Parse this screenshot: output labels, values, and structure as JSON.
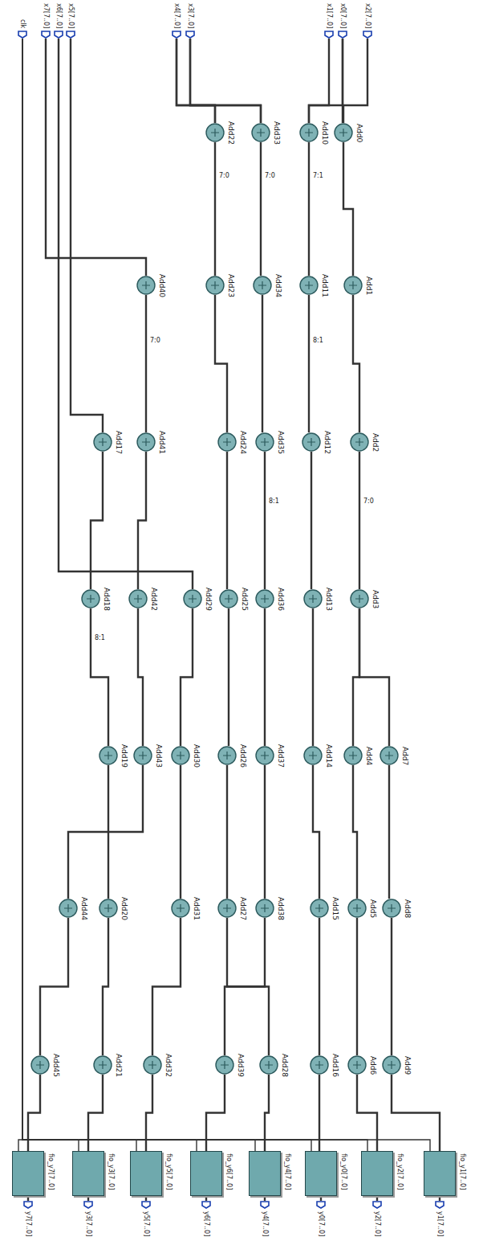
{
  "diagram": {
    "nodes": [
      {
        "text": [
          "clk"
        ]
      },
      {
        "text": [
          "x7[7..0]"
        ]
      },
      {
        "text": [
          "x6[7..0]"
        ]
      },
      {
        "text": [
          "x5[7..0]"
        ]
      },
      {
        "text": [
          "x4[7..0]"
        ]
      },
      {
        "text": [
          "x3[7..0]"
        ]
      },
      {
        "text": [
          "x1[7..0]"
        ]
      },
      {
        "text": [
          "x0[7..0]"
        ]
      },
      {
        "text": [
          "x2[7..0]"
        ]
      },
      {
        "text": [
          "Add22"
        ]
      },
      {
        "text": [
          "Add33"
        ]
      },
      {
        "text": [
          "Add10"
        ]
      },
      {
        "text": [
          "Add0"
        ]
      },
      {
        "text": [
          "Add40"
        ]
      },
      {
        "text": [
          "Add23"
        ]
      },
      {
        "text": [
          "Add34"
        ]
      },
      {
        "text": [
          "Add11"
        ]
      },
      {
        "text": [
          "Add1"
        ]
      },
      {
        "text": [
          "Add17"
        ]
      },
      {
        "text": [
          "Add41"
        ]
      },
      {
        "text": [
          "Add24"
        ]
      },
      {
        "text": [
          "Add35"
        ]
      },
      {
        "text": [
          "Add12"
        ]
      },
      {
        "text": [
          "Add2"
        ]
      },
      {
        "text": [
          "Add18"
        ]
      },
      {
        "text": [
          "Add42"
        ]
      },
      {
        "text": [
          "Add29"
        ]
      },
      {
        "text": [
          "Add25"
        ]
      },
      {
        "text": [
          "Add36"
        ]
      },
      {
        "text": [
          "Add13"
        ]
      },
      {
        "text": [
          "Add3"
        ]
      },
      {
        "text": [
          "Add19"
        ]
      },
      {
        "text": [
          "Add43"
        ]
      },
      {
        "text": [
          "Add30"
        ]
      },
      {
        "text": [
          "Add26"
        ]
      },
      {
        "text": [
          "Add37"
        ]
      },
      {
        "text": [
          "Add14"
        ]
      },
      {
        "text": [
          "Add4"
        ]
      },
      {
        "text": [
          "Add7"
        ]
      },
      {
        "text": [
          "Add44"
        ]
      },
      {
        "text": [
          "Add20"
        ]
      },
      {
        "text": [
          "Add31"
        ]
      },
      {
        "text": [
          "Add27"
        ]
      },
      {
        "text": [
          "Add38"
        ]
      },
      {
        "text": [
          "Add15"
        ]
      },
      {
        "text": [
          "Add5"
        ]
      },
      {
        "text": [
          "Add8"
        ]
      },
      {
        "text": [
          "Add45"
        ]
      },
      {
        "text": [
          "Add21"
        ]
      },
      {
        "text": [
          "Add32"
        ]
      },
      {
        "text": [
          "Add39"
        ]
      },
      {
        "text": [
          "Add28"
        ]
      },
      {
        "text": [
          "Add16"
        ]
      },
      {
        "text": [
          "Add6"
        ]
      },
      {
        "text": [
          "Add9"
        ]
      },
      {
        "text": [
          "fio_y7[7..0]"
        ]
      },
      {
        "text": [
          "fio_y3[7..0]"
        ]
      },
      {
        "text": [
          "fio_y5[7..0]"
        ]
      },
      {
        "text": [
          "fio_y6[7..0]"
        ]
      },
      {
        "text": [
          "fio_y4[7..0]"
        ]
      },
      {
        "text": [
          "fio_y0[7..0]"
        ]
      },
      {
        "text": [
          "fio_y2[7..0]"
        ]
      },
      {
        "text": [
          "fio_y1[7..0]"
        ]
      },
      {
        "text": [
          "y7[7..0]"
        ]
      },
      {
        "text": [
          "y3[7..0]"
        ]
      },
      {
        "text": [
          "y5[7..0]"
        ]
      },
      {
        "text": [
          "y6[7..0]"
        ]
      },
      {
        "text": [
          "y4[7..0]"
        ]
      },
      {
        "text": [
          "y0[7..0]"
        ]
      },
      {
        "text": [
          "y2[7..0]"
        ]
      },
      {
        "text": [
          "y1[7..0]"
        ]
      }
    ],
    "edges": [
      {
        "from": 4,
        "to": 9,
        "arrow": "none"
      },
      {
        "from": 5,
        "to": 9,
        "arrow": "none"
      },
      {
        "from": 5,
        "to": 10,
        "arrow": "none"
      },
      {
        "from": 4,
        "to": 10,
        "arrow": "none"
      },
      {
        "from": 6,
        "to": 11,
        "arrow": "none"
      },
      {
        "from": 7,
        "to": 11,
        "arrow": "none"
      },
      {
        "from": 7,
        "to": 12,
        "arrow": "none"
      },
      {
        "from": 8,
        "to": 12,
        "arrow": "none"
      },
      {
        "from": 1,
        "to": 13,
        "arrow": "none"
      },
      {
        "from": 3,
        "to": 18,
        "arrow": "none"
      },
      {
        "from": 2,
        "to": 26,
        "arrow": "none"
      },
      {
        "from": 12,
        "to": 17,
        "arrow": "none"
      },
      {
        "from": 17,
        "to": 23,
        "arrow": "none"
      },
      {
        "from": 23,
        "to": 30,
        "arrow": "none"
      },
      {
        "from": 30,
        "to": 37,
        "arrow": "none"
      },
      {
        "from": 37,
        "to": 45,
        "arrow": "none"
      },
      {
        "from": 45,
        "to": 53,
        "arrow": "none"
      },
      {
        "from": 30,
        "to": 38,
        "arrow": "none"
      },
      {
        "from": 38,
        "to": 46,
        "arrow": "none"
      },
      {
        "from": 46,
        "to": 54,
        "arrow": "none"
      },
      {
        "from": 11,
        "to": 16,
        "arrow": "none"
      },
      {
        "from": 16,
        "to": 22,
        "arrow": "none"
      },
      {
        "from": 22,
        "to": 29,
        "arrow": "none"
      },
      {
        "from": 29,
        "to": 36,
        "arrow": "none"
      },
      {
        "from": 36,
        "to": 44,
        "arrow": "none"
      },
      {
        "from": 44,
        "to": 52,
        "arrow": "none"
      },
      {
        "from": 9,
        "to": 14,
        "arrow": "none"
      },
      {
        "from": 14,
        "to": 20,
        "arrow": "none"
      },
      {
        "from": 20,
        "to": 27,
        "arrow": "none"
      },
      {
        "from": 27,
        "to": 34,
        "arrow": "none"
      },
      {
        "from": 34,
        "to": 42,
        "arrow": "none"
      },
      {
        "from": 42,
        "to": 51,
        "arrow": "none"
      },
      {
        "from": 26,
        "to": 33,
        "arrow": "none"
      },
      {
        "from": 33,
        "to": 41,
        "arrow": "none"
      },
      {
        "from": 41,
        "to": 49,
        "arrow": "none"
      },
      {
        "from": 10,
        "to": 15,
        "arrow": "none"
      },
      {
        "from": 15,
        "to": 21,
        "arrow": "none"
      },
      {
        "from": 21,
        "to": 28,
        "arrow": "none"
      },
      {
        "from": 28,
        "to": 35,
        "arrow": "none"
      },
      {
        "from": 35,
        "to": 43,
        "arrow": "none"
      },
      {
        "from": 43,
        "to": 50,
        "arrow": "none"
      },
      {
        "from": 13,
        "to": 19,
        "arrow": "none"
      },
      {
        "from": 19,
        "to": 25,
        "arrow": "none"
      },
      {
        "from": 25,
        "to": 32,
        "arrow": "none"
      },
      {
        "from": 32,
        "to": 39,
        "arrow": "none"
      },
      {
        "from": 39,
        "to": 47,
        "arrow": "none"
      },
      {
        "from": 18,
        "to": 24,
        "arrow": "none"
      },
      {
        "from": 24,
        "to": 31,
        "arrow": "none"
      },
      {
        "from": 31,
        "to": 40,
        "arrow": "none"
      },
      {
        "from": 40,
        "to": 48,
        "arrow": "none"
      },
      {
        "from": 47,
        "to": 55,
        "arrow": "none"
      },
      {
        "from": 48,
        "to": 56,
        "arrow": "none"
      },
      {
        "from": 49,
        "to": 57,
        "arrow": "none"
      },
      {
        "from": 50,
        "to": 58,
        "arrow": "none"
      },
      {
        "from": 51,
        "to": 59,
        "arrow": "none"
      },
      {
        "from": 52,
        "to": 60,
        "arrow": "none"
      },
      {
        "from": 53,
        "to": 61,
        "arrow": "none"
      },
      {
        "from": 54,
        "to": 62,
        "arrow": "none"
      },
      {
        "from": 0,
        "to": 55,
        "arrow": "none"
      },
      {
        "from": 0,
        "to": 56,
        "arrow": "none"
      },
      {
        "from": 0,
        "to": 57,
        "arrow": "none"
      },
      {
        "from": 0,
        "to": 58,
        "arrow": "none"
      },
      {
        "from": 0,
        "to": 59,
        "arrow": "none"
      },
      {
        "from": 0,
        "to": 60,
        "arrow": "none"
      },
      {
        "from": 0,
        "to": 61,
        "arrow": "none"
      },
      {
        "from": 0,
        "to": 62,
        "arrow": "none"
      },
      {
        "from": 55,
        "to": 63,
        "arrow": "none"
      },
      {
        "from": 56,
        "to": 64,
        "arrow": "none"
      },
      {
        "from": 57,
        "to": 65,
        "arrow": "none"
      },
      {
        "from": 58,
        "to": 66,
        "arrow": "none"
      },
      {
        "from": 59,
        "to": 67,
        "arrow": "none"
      },
      {
        "from": 60,
        "to": 68,
        "arrow": "none"
      },
      {
        "from": 61,
        "to": 69,
        "arrow": "none"
      },
      {
        "from": 62,
        "to": 70,
        "arrow": "none"
      }
    ],
    "labels": [
      "7:0",
      "7:0",
      "7:1",
      "8:1",
      "8:1",
      "7:0",
      "8:1",
      "7:0"
    ]
  }
}
